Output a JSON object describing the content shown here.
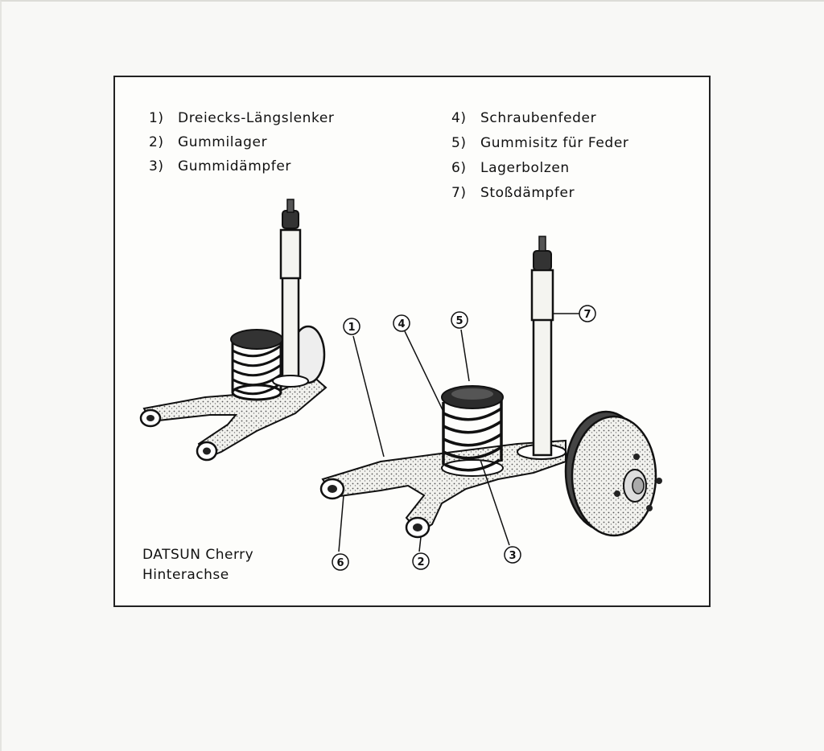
{
  "legend": {
    "left": [
      {
        "num": "1)",
        "text": "Dreiecks-Längslenker"
      },
      {
        "num": "2)",
        "text": "Gummilager"
      },
      {
        "num": "3)",
        "text": "Gummidämpfer"
      }
    ],
    "right": [
      {
        "num": "4)",
        "text": "Schraubenfeder"
      },
      {
        "num": "5)",
        "text": "Gummisitz für Feder"
      },
      {
        "num": "6)",
        "text": "Lagerbolzen"
      },
      {
        "num": "7)",
        "text": "Stoßdämpfer"
      }
    ]
  },
  "caption": {
    "line1": "DATSUN Cherry",
    "line2": "Hinterachse"
  },
  "callouts": [
    "1",
    "2",
    "3",
    "4",
    "5",
    "6",
    "7"
  ]
}
